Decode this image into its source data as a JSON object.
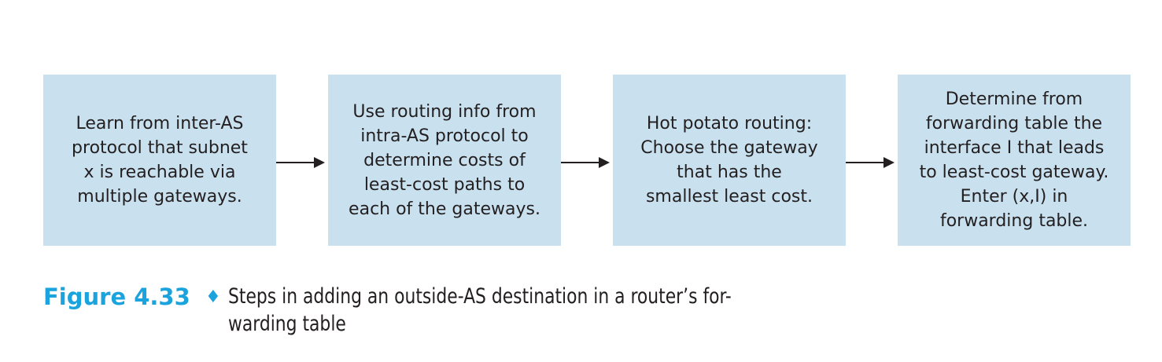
{
  "diagram": {
    "steps": [
      {
        "lines": [
          "Learn from inter-AS",
          "protocol that subnet",
          "x is reachable via",
          "multiple gateways."
        ]
      },
      {
        "lines": [
          "Use routing info from",
          "intra-AS protocol to",
          "determine costs of",
          "least-cost paths to",
          "each of the gateways."
        ]
      },
      {
        "lines": [
          "Hot potato routing:",
          "Choose the gateway",
          "that has the",
          "smallest least cost."
        ]
      },
      {
        "lines": [
          "Determine from",
          "forwarding table the",
          "interface I that leads",
          "to least-cost gateway.",
          "Enter (x,I) in",
          "forwarding table."
        ]
      }
    ],
    "colors": {
      "box_fill": "#c9e1ef",
      "text": "#231f20",
      "arrow": "#231f20",
      "caption_accent": "#1aa3dc"
    }
  },
  "caption": {
    "label": "Figure 4.33",
    "separator": "♦",
    "text_lines": [
      "Steps in adding an outside-AS destination in a router’s for-",
      "warding table"
    ]
  }
}
